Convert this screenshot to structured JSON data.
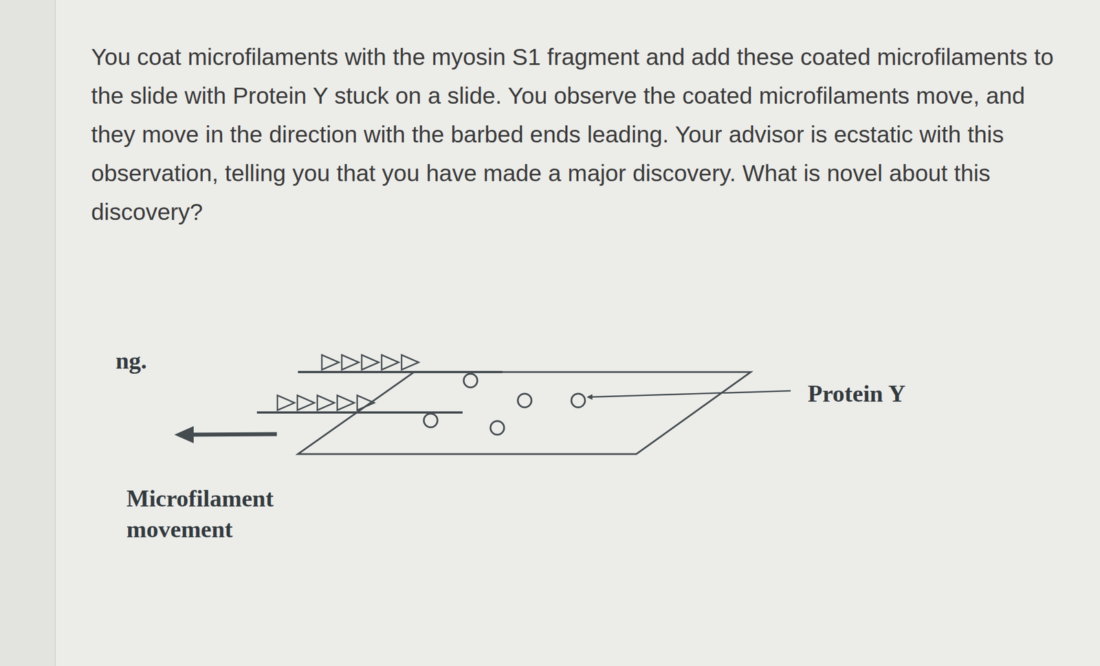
{
  "diagram": {
    "labels": [
      "You coat microfilaments with the myosin S1 fragment and add these coated microfilaments to the slide with Protein Y stuck on a slide. You observe the coated microfilaments move, and they move in the direction with the barbed ends leading. Your advisor is ecstatic with this observation, telling you that you have made a major discovery. What is novel about this discovery?",
      "ng.",
      "Protein Y",
      "Microfilament movement"
    ]
  }
}
